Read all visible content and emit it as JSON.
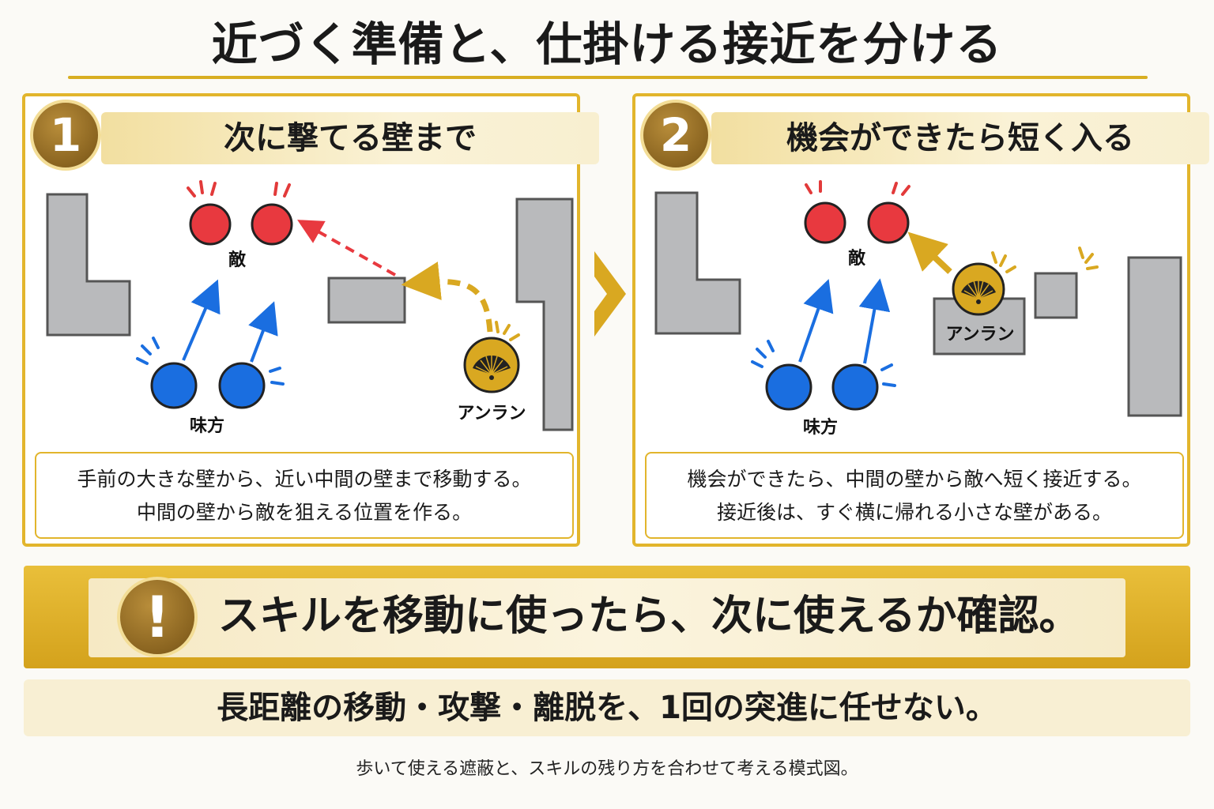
{
  "title": "近づく準備と、仕掛ける接近を分ける",
  "colors": {
    "gold": "#e2b52c",
    "enemy": "#e8393f",
    "ally": "#1a6ee0",
    "wall": "#b9babc"
  },
  "panel1": {
    "number": "1",
    "heading": "次に撃てる壁まで",
    "labels": {
      "enemy": "敵",
      "ally": "味方",
      "player": "アンラン"
    },
    "caption": [
      "手前の大きな壁から、近い中間の壁まで移動する。",
      "中間の壁から敵を狙える位置を作る。"
    ]
  },
  "panel2": {
    "number": "2",
    "heading": "機会ができたら短く入る",
    "labels": {
      "enemy": "敵",
      "ally": "味方",
      "player": "アンラン"
    },
    "caption": [
      "機会ができたら、中間の壁から敵へ短く接近する。",
      "接近後は、すぐ横に帰れる小さな壁がある。"
    ]
  },
  "arrow_icon": "chevron-right-icon",
  "player_icon": "fan-icon",
  "alert": {
    "icon": "exclamation",
    "text": "スキルを移動に使ったら、次に使えるか確認。"
  },
  "note": "長距離の移動・攻撃・離脱を、1回の突進に任せない。",
  "footer": "歩いて使える遮蔽と、スキルの残り方を合わせて考える模式図。"
}
